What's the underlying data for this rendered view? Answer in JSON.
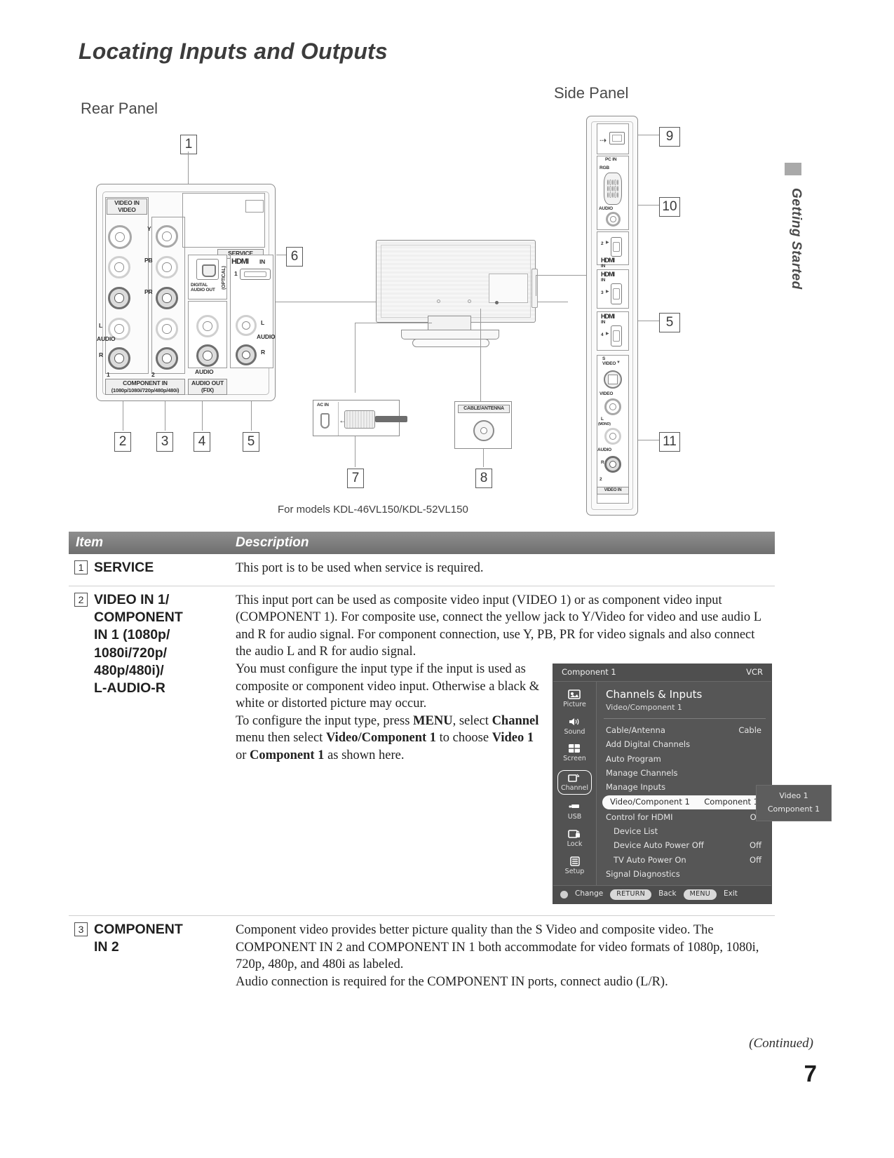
{
  "page_title": "Locating Inputs and Outputs",
  "sections": {
    "rear_panel_label": "Rear Panel",
    "side_panel_label": "Side Panel",
    "diagram_caption": "For models KDL-46VL150/KDL-52VL150"
  },
  "margin_tab": {
    "label": "Getting Started"
  },
  "callouts": {
    "c1": "1",
    "c2": "2",
    "c3": "3",
    "c4": "4",
    "c5": "5",
    "c6": "6",
    "c7": "7",
    "c8": "8",
    "c9": "9",
    "c10": "10",
    "c11": "11"
  },
  "rear_panel": {
    "video_in": "VIDEO IN",
    "video": "VIDEO",
    "y": "Y",
    "pb": "PB",
    "pr": "PR",
    "audio_left": "L",
    "audio_right": "R",
    "audio": "AUDIO",
    "service": "SERVICE",
    "optical": "(OPTICAL)",
    "digital_audio_out": "DIGITAL\nAUDIO OUT",
    "hdmi": "HDMI",
    "hdmi_in": "IN",
    "hdmi_num": "1",
    "comp_num_1": "1",
    "comp_num_2": "2",
    "component_in": "COMPONENT IN",
    "component_formats": "(1080p/1080i/720p/480p/480i)",
    "audio_out": "AUDIO OUT",
    "audio_out_fix": "(FIX)",
    "audio_out_word": "AUDIO",
    "hdmi_audio": "AUDIO"
  },
  "detail_boxes": {
    "ac_in": "AC IN",
    "cable_antenna": "CABLE/ANTENNA"
  },
  "side_panel": {
    "usb_icon": "usb-icon",
    "pc_in": "PC IN",
    "rgb": "RGB",
    "audio": "AUDIO",
    "hdmi": "HDMI",
    "hdmi_in": "IN",
    "hdmi2": "2",
    "hdmi3": "3",
    "hdmi4": "4",
    "s_video": "S\nVIDEO",
    "video": "VIDEO",
    "l_mono": "L",
    "mono": "(MONO)",
    "audio_r": "R",
    "video_in_num": "2",
    "video_in": "VIDEO IN"
  },
  "table": {
    "headers": {
      "item": "Item",
      "description": "Description"
    },
    "rows": [
      {
        "num": "1",
        "label": "SERVICE",
        "description": "This port is to be used when service is required."
      },
      {
        "num": "2",
        "label": "VIDEO IN 1/\nCOMPONENT\nIN 1 (1080p/\n1080i/720p/\n480p/480i)/\nL-AUDIO-R",
        "para1": "This input port can be used as composite video input (VIDEO 1) or as component video input (COMPONENT 1). For composite use, connect the yellow jack to Y/Video for video and use audio L and R for audio signal. For component connection, use Y, PB, PR for video signals and also connect the audio L and R for audio signal.",
        "para2_a": "You must configure the input type if the input is used as composite or component video input. Otherwise a black & white or distorted picture may occur.",
        "para2_b": "To configure the input type, press ",
        "menu_word": "MENU",
        "para2_c": ", select ",
        "channel_word": "Channel",
        "para2_d": " menu then select ",
        "videocomp_word": "Video/Component 1",
        "para2_e": " to choose ",
        "video1_word": "Video 1",
        "para2_f": " or ",
        "component1_word": "Component 1",
        "para2_g": " as shown here."
      },
      {
        "num": "3",
        "label": "COMPONENT\nIN 2",
        "description": "Component video provides better picture quality than the S Video and composite video. The COMPONENT IN 2 and COMPONENT IN 1 both accommodate for video formats of 1080p, 1080i, 720p, 480p, and 480i as labeled.\nAudio connection is required for the COMPONENT IN ports, connect audio (L/R)."
      }
    ]
  },
  "osd": {
    "top_left": "Component 1",
    "top_right": "VCR",
    "heading": "Channels & Inputs",
    "subheading": "Video/Component 1",
    "sidebar": [
      {
        "label": "Picture",
        "icon": "picture-icon"
      },
      {
        "label": "Sound",
        "icon": "speaker-icon"
      },
      {
        "label": "Screen",
        "icon": "screen-icon"
      },
      {
        "label": "Channel",
        "icon": "channel-icon"
      },
      {
        "label": "USB",
        "icon": "usb-icon"
      },
      {
        "label": "Lock",
        "icon": "lock-icon"
      },
      {
        "label": "Setup",
        "icon": "setup-icon"
      }
    ],
    "selected_sidebar": "Channel",
    "items": [
      {
        "label": "Cable/Antenna",
        "value": "Cable",
        "indent": false,
        "highlight": false
      },
      {
        "label": "Add Digital Channels",
        "value": "",
        "indent": false,
        "highlight": false
      },
      {
        "label": "Auto Program",
        "value": "",
        "indent": false,
        "highlight": false
      },
      {
        "label": "Manage Channels",
        "value": "",
        "indent": false,
        "highlight": false
      },
      {
        "label": "Manage Inputs",
        "value": "",
        "indent": false,
        "highlight": false
      },
      {
        "label": "Video/Component 1",
        "value": "Component 1",
        "indent": false,
        "highlight": true
      },
      {
        "label": "Control for HDMI",
        "value": "On",
        "indent": false,
        "highlight": false
      },
      {
        "label": "Device List",
        "value": "",
        "indent": true,
        "highlight": false
      },
      {
        "label": "Device Auto Power Off",
        "value": "Off",
        "indent": true,
        "highlight": false
      },
      {
        "label": "TV Auto Power On",
        "value": "Off",
        "indent": true,
        "highlight": false
      },
      {
        "label": "Signal Diagnostics",
        "value": "",
        "indent": false,
        "highlight": false
      }
    ],
    "popup": [
      "Video 1",
      "Component 1"
    ],
    "footer": {
      "change": "Change",
      "return_pill": "RETURN",
      "back": "Back",
      "menu_pill": "MENU",
      "exit": "Exit"
    }
  },
  "footer": {
    "continued": "(Continued)",
    "page_number": "7"
  }
}
